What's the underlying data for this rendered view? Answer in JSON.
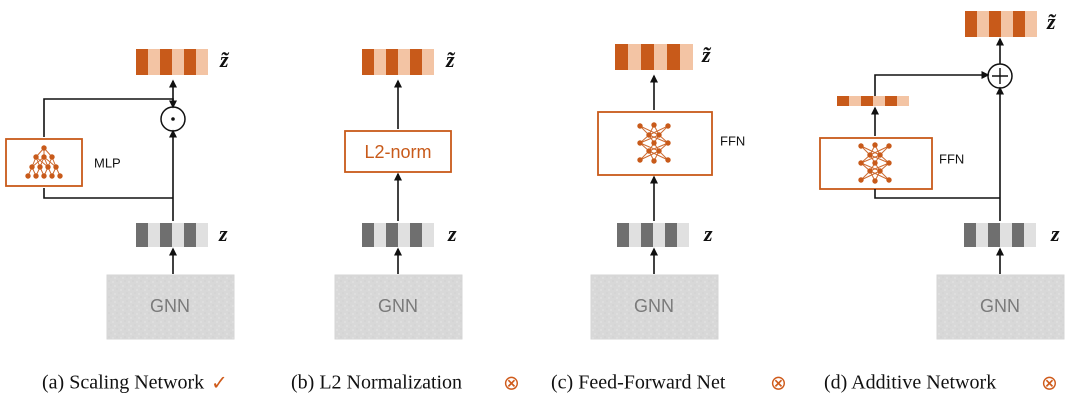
{
  "panels": [
    {
      "id": "a",
      "caption": "(a) Scaling Network",
      "status_icon": "checkmark-circle-icon",
      "status_glyph": "✓",
      "gnn_label": "GNN",
      "z_label": "z",
      "z_tilde_label": "z̃",
      "module_label": "MLP",
      "operation": "dot-product"
    },
    {
      "id": "b",
      "caption": "(b) L2 Normalization",
      "status_icon": "cross-circle-icon",
      "status_glyph": "⊗",
      "gnn_label": "GNN",
      "z_label": "z",
      "z_tilde_label": "z̃",
      "module_label": "L2-norm"
    },
    {
      "id": "c",
      "caption": "(c) Feed-Forward Net",
      "status_icon": "cross-circle-icon",
      "status_glyph": "⊗",
      "gnn_label": "GNN",
      "z_label": "z",
      "z_tilde_label": "z̃",
      "module_label": "FFN"
    },
    {
      "id": "d",
      "caption": "(d) Additive Network",
      "status_icon": "cross-circle-icon",
      "status_glyph": "⊗",
      "gnn_label": "GNN",
      "z_label": "z",
      "z_tilde_label": "z̃",
      "module_label": "FFN",
      "operation": "addition"
    }
  ],
  "colors": {
    "orange": "#c85a1a",
    "orange_light": "#f3c4a4",
    "gray": "#6f6f6f",
    "gray_light": "#e0e0e0",
    "gnn_gray": "#d8d8d8"
  }
}
